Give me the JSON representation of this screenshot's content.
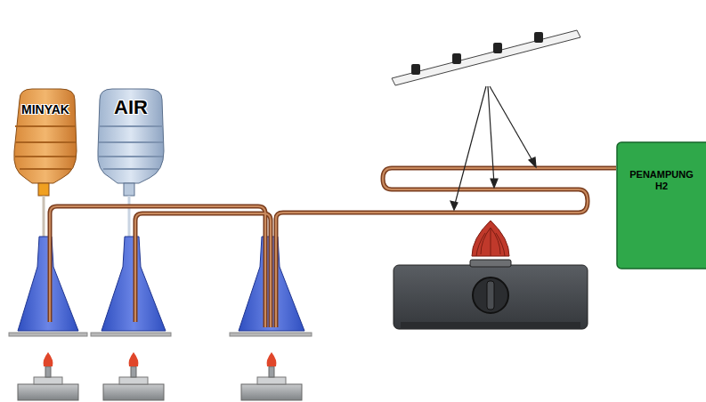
{
  "diagram": {
    "nodes": [
      {
        "text": [
          "MINYAK"
        ]
      },
      {
        "text": [
          "AIR"
        ]
      },
      {
        "text": [
          "PENAMPUNG H2"
        ]
      }
    ]
  }
}
